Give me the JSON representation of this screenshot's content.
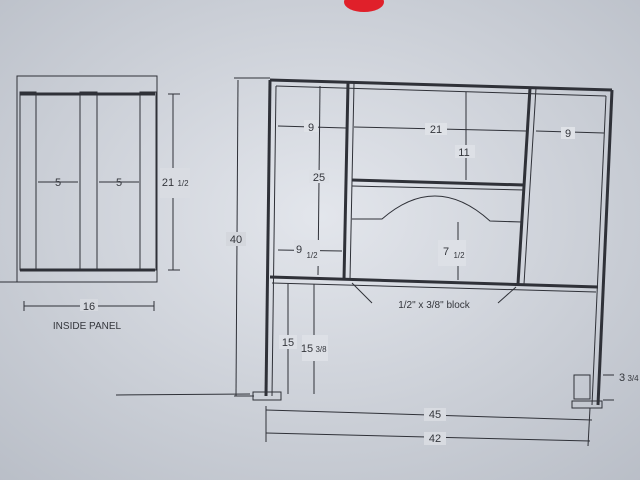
{
  "inside_panel": {
    "caption": "INSIDE PANEL",
    "width": "16",
    "gap_left": "5",
    "gap_right": "5",
    "height_whole": "21",
    "height_frac": "1/2"
  },
  "front_frame": {
    "overall_height": "40",
    "left_bay": "9",
    "center_bay": "21",
    "right_bay": "9",
    "top_opening": "11",
    "mid_height": "25",
    "left_lower_whole": "9",
    "left_lower_frac": "1/2",
    "center_lower_whole": "7",
    "center_lower_frac": "1/2",
    "block_note": "1/2\" x 3/8\" block",
    "leg_height": "15",
    "leg_height2_whole": "15",
    "leg_height2_frac": "3/8",
    "foot_whole": "3",
    "foot_frac": "3/4",
    "base_outer": "45",
    "base_inner": "42"
  },
  "colors": {
    "paper": "#cfd3da",
    "ink": "#2f3138",
    "marker": "#e0202a"
  }
}
